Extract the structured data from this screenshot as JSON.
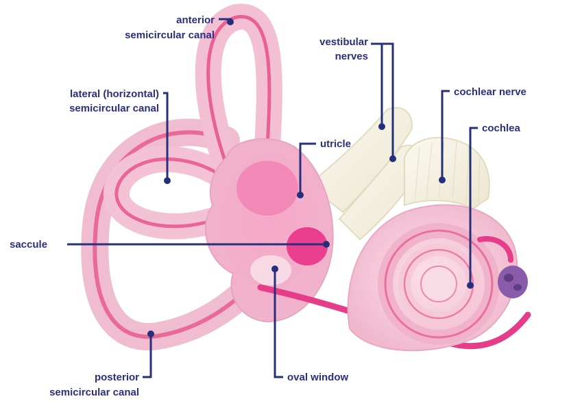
{
  "labels": {
    "anterior_1": "anterior",
    "anterior_2": "semicircular canal",
    "lateral_1": "lateral (horizontal)",
    "lateral_2": "semicircular canal",
    "vestibular_1": "vestibular",
    "vestibular_2": "nerves",
    "cochlear_nerve": "cochlear nerve",
    "cochlea": "cochlea",
    "utricle": "utricle",
    "saccule": "saccule",
    "oval_window": "oval window",
    "posterior_1": "posterior",
    "posterior_2": "semicircular canal"
  },
  "colors": {
    "label_text": "#2a2f7e",
    "leader_line": "#26307a",
    "labyrinth_light": "#f5c6d8",
    "labyrinth_mid": "#ef8fb8",
    "labyrinth_stripe": "#e63d8b",
    "nerve": "#f3efde",
    "oval_window": "#7a4fa0"
  }
}
